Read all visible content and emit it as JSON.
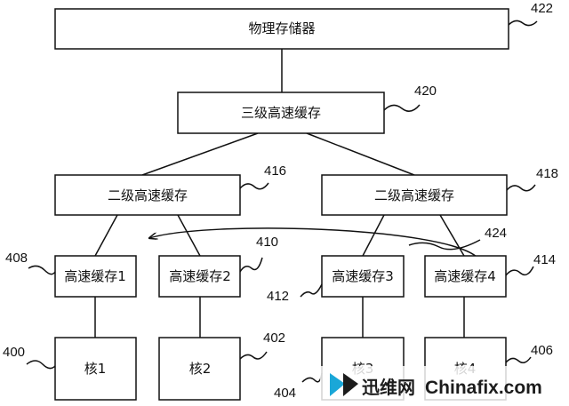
{
  "colors": {
    "stroke": "#111111",
    "background": "#ffffff",
    "watermark_cyan": "#1aa7d8",
    "watermark_dark": "#1c1c1c"
  },
  "nodes": {
    "physical_memory": {
      "label": "物理存储器",
      "ref": "422"
    },
    "l3_cache": {
      "label": "三级高速缓存",
      "ref": "420"
    },
    "l2_cache_left": {
      "label": "二级高速缓存",
      "ref": "416"
    },
    "l2_cache_right": {
      "label": "二级高速缓存",
      "ref": "418"
    },
    "cache_1": {
      "label": "高速缓存1",
      "ref": "408"
    },
    "cache_2": {
      "label": "高速缓存2",
      "ref": "410"
    },
    "cache_3": {
      "label": "高速缓存3",
      "ref": "412"
    },
    "cache_4": {
      "label": "高速缓存4",
      "ref": "414"
    },
    "core_1": {
      "label": "核1",
      "ref": "400"
    },
    "core_2": {
      "label": "核2",
      "ref": "402"
    },
    "core_3": {
      "label": "核3",
      "ref": "404"
    },
    "core_4": {
      "label": "核4",
      "ref": "406"
    }
  },
  "transfer_arrow": {
    "ref": "424"
  },
  "watermark": {
    "cn": "迅维网",
    "en": "Chinafix.com",
    "icon": "chinafix-logo-icon"
  }
}
